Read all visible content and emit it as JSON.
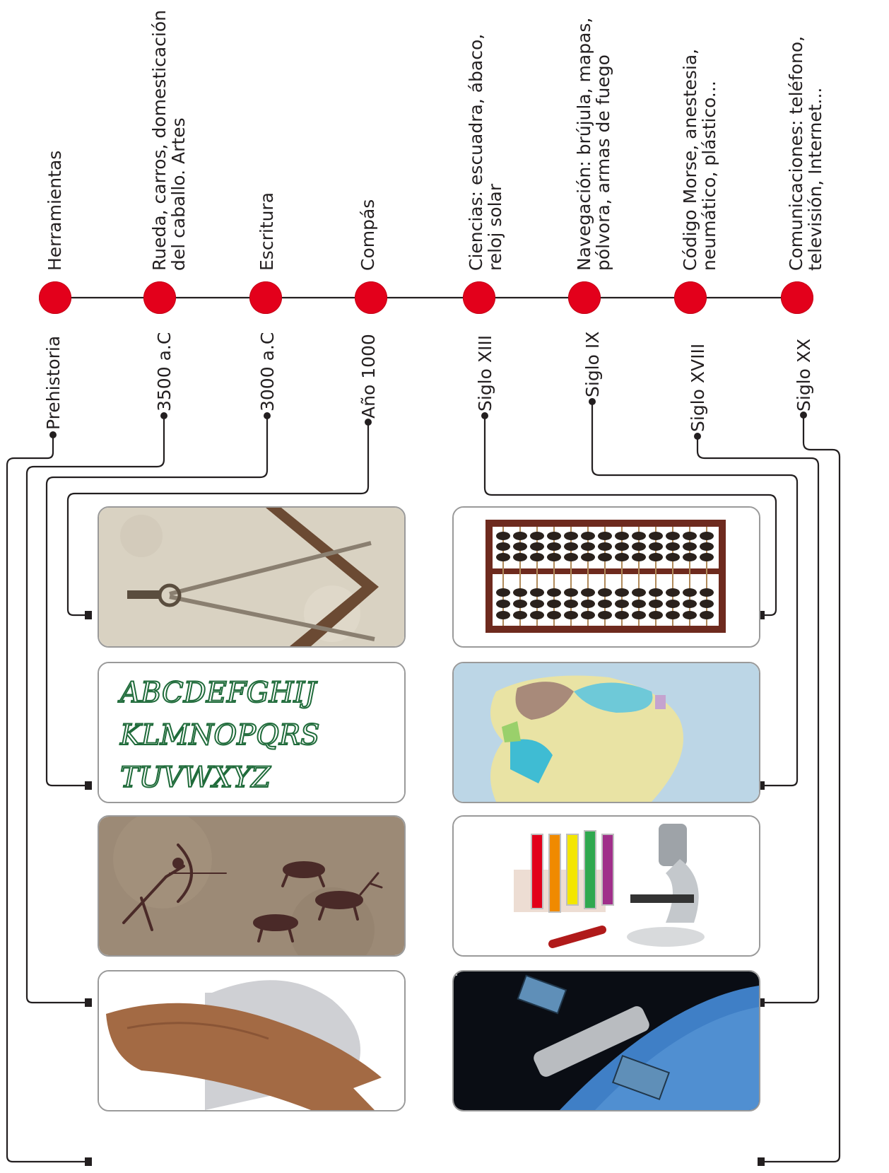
{
  "title": "",
  "colors": {
    "node": "#e3001b",
    "line": "#231f20",
    "text": "#231f20",
    "panel_border": "#9a9a9a"
  },
  "timeline": [
    {
      "era": "Prehistoria",
      "inventions": [
        "Herramientas"
      ]
    },
    {
      "era": "3500 a.C",
      "inventions": [
        "Rueda, carros, domesticación",
        "del caballo. Artes"
      ]
    },
    {
      "era": "3000 a.C",
      "inventions": [
        "Escritura"
      ]
    },
    {
      "era": "Año 1000",
      "inventions": [
        "Compás"
      ]
    },
    {
      "era": "Siglo XIII",
      "inventions": [
        "Ciencias: escuadra, ábaco,",
        "reloj solar"
      ]
    },
    {
      "era": "Siglo IX",
      "inventions": [
        "Navegación: brújula, mapas,",
        "pólvora, armas de fuego"
      ]
    },
    {
      "era": "Siglo XVIII",
      "inventions": [
        "Código Morse, anestesia,",
        "neumático, plástico..."
      ]
    },
    {
      "era": "Siglo XX",
      "inventions": [
        "Comunicaciones: teléfono,",
        "televisión, Internet..."
      ]
    }
  ],
  "images": [
    {
      "name": "compass-image",
      "depicts": "compass"
    },
    {
      "name": "alphabet-writing-image",
      "depicts": "writing"
    },
    {
      "name": "cave-painting-image",
      "depicts": "cave painting"
    },
    {
      "name": "stone-tool-image",
      "depicts": "stone tool"
    },
    {
      "name": "abacus-image",
      "depicts": "abacus"
    },
    {
      "name": "map-image",
      "depicts": "map"
    },
    {
      "name": "microscope-test-tubes-image",
      "depicts": "microscope and test tubes"
    },
    {
      "name": "satellite-image",
      "depicts": "satellite"
    }
  ],
  "alphabet_rows": [
    "ABCDEFGHIJ",
    "KLMNOPQRS",
    "TUVWXYZ"
  ]
}
